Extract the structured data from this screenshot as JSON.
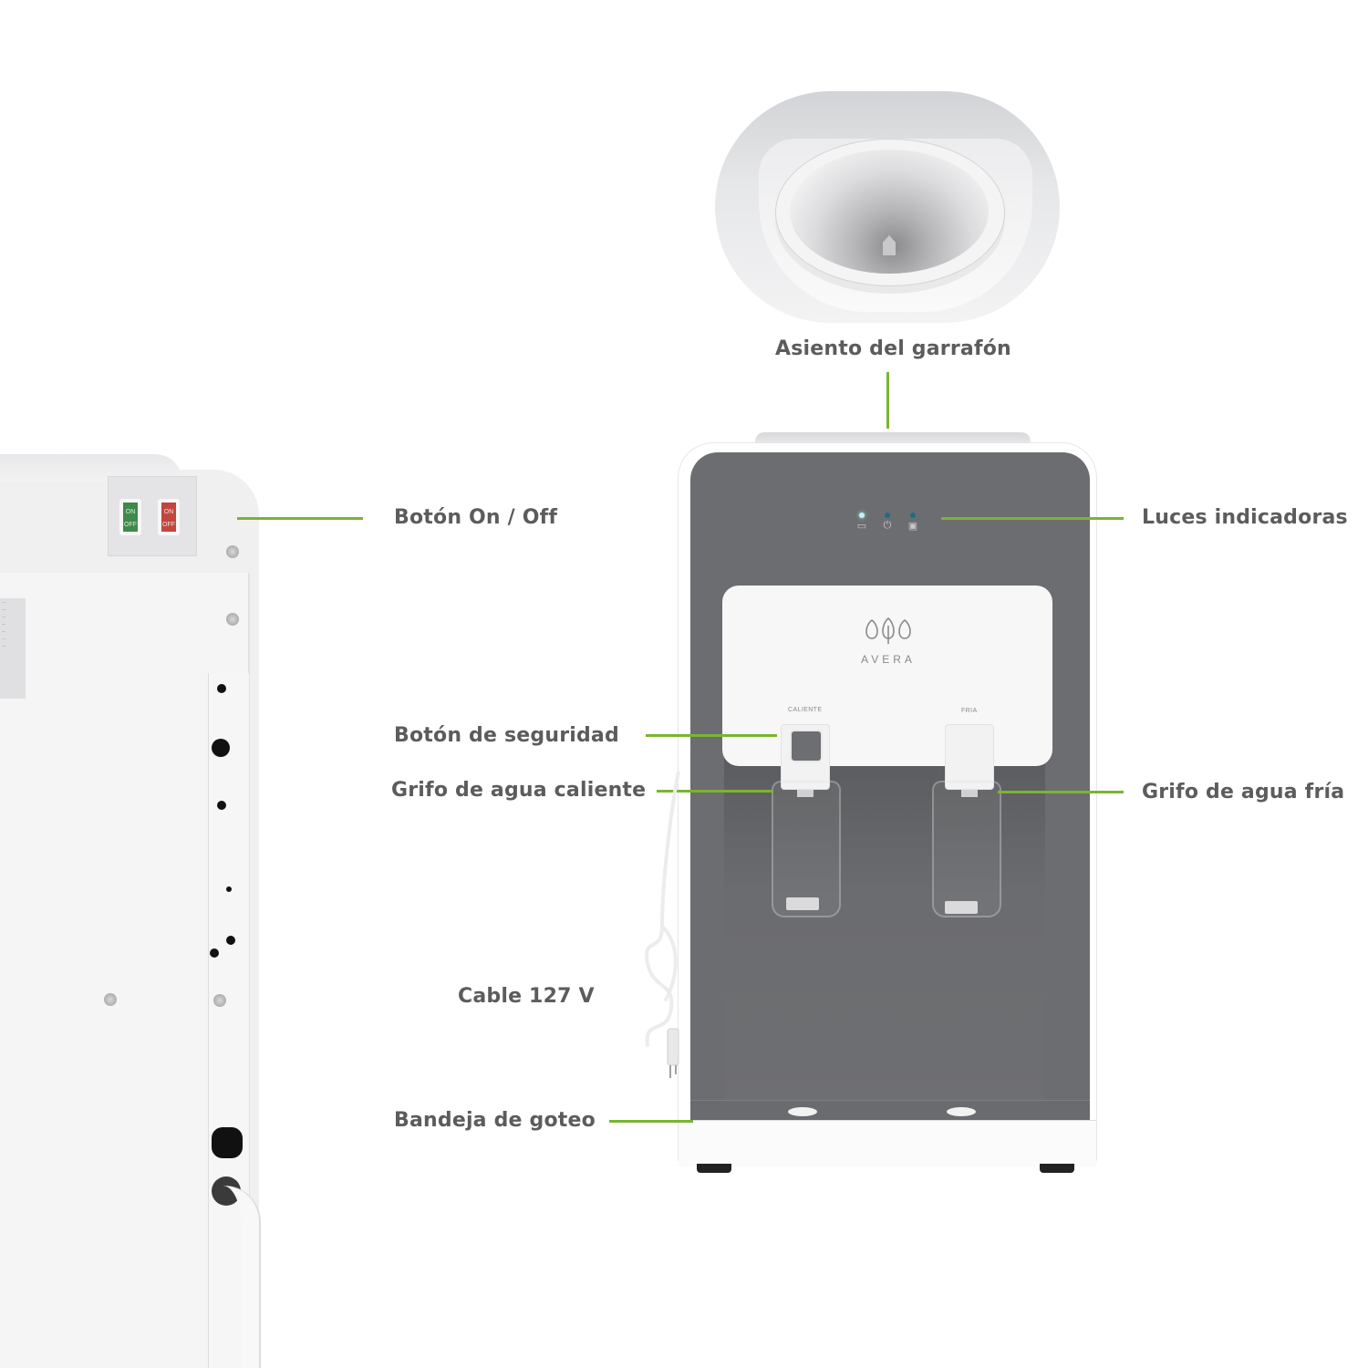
{
  "product": {
    "brand": "AVERA",
    "tap_labels": {
      "hot": "CALIENTE",
      "cold": "FRIA"
    },
    "back_switches": [
      {
        "color": "#3d8a4a",
        "on": "ON",
        "off": "OFF"
      },
      {
        "color": "#c4443e",
        "on": "ON",
        "off": "OFF"
      }
    ],
    "indicator_icons": [
      "hot-water-icon",
      "power-icon",
      "cold-water-icon"
    ]
  },
  "callouts": {
    "seat": "Asiento del garrafón",
    "on_off": "Botón On / Off",
    "lights": "Luces indicadoras",
    "safety": "Botón de seguridad",
    "hot_tap": "Grifo de agua caliente",
    "cold_tap": "Grifo de agua fría",
    "cable": "Cable 127 V",
    "drip_tray": "Bandeja de goteo"
  },
  "colors": {
    "callout_line": "#79b530",
    "callout_text": "#5c5c5c",
    "body_grey": "#6c6d70"
  }
}
